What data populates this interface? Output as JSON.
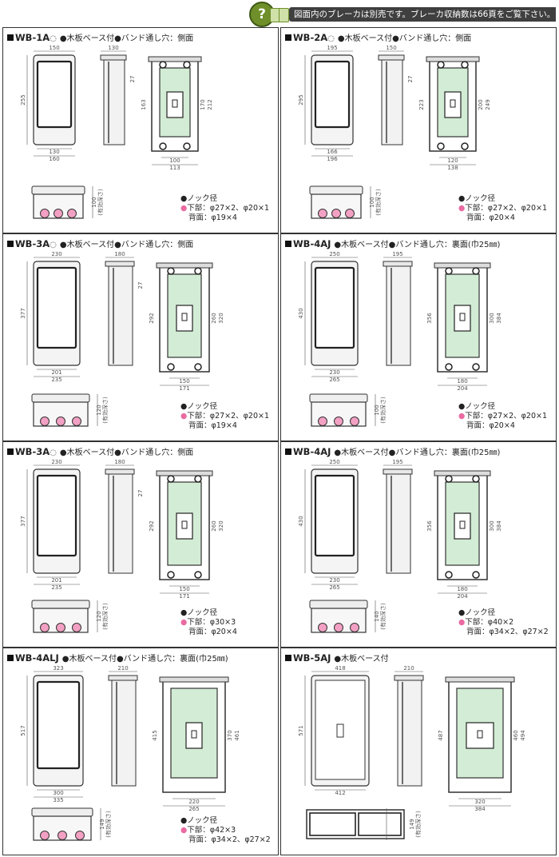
{
  "header": {
    "help_icon_glyph": "?",
    "banner_text": "図面内のブレーカは別売です。ブレーカ収納数は66頁をご覧下さい。"
  },
  "panels": [
    {
      "model": "WB-1A",
      "badge": "◌",
      "features": "●木板ベース付●バンド通し穴：側面",
      "dims": {
        "front_w": "150",
        "side_w": "130",
        "height": "255",
        "inner_w1": "130",
        "inner_w2": "160",
        "base_h1": "163",
        "base_h2": "170",
        "base_h3": "212",
        "base_w1": "100",
        "base_w2": "113",
        "knock_h": "27",
        "depth_h": "100"
      },
      "effective_depth": "(有効深さ)",
      "knock_title": "●ノック径",
      "knock_lines": [
        "下部：φ27×2、φ20×1",
        "背面：φ19×4"
      ]
    },
    {
      "model": "WB-2A",
      "badge": "◌",
      "features": "●木板ベース付●バンド通し穴：側面",
      "dims": {
        "front_w": "195",
        "side_w": "150",
        "height": "295",
        "inner_w1": "166",
        "inner_w2": "196",
        "base_h1": "223",
        "base_h2": "200",
        "base_h3": "249",
        "base_w1": "120",
        "base_w2": "138",
        "knock_h": "27",
        "depth_h": "100"
      },
      "effective_depth": "(有効深さ)",
      "knock_title": "●ノック径",
      "knock_lines": [
        "下部：φ27×2、φ20×1",
        "背面：φ20×4"
      ]
    },
    {
      "model": "WB-3A",
      "badge": "◌",
      "features": "●木板ベース付●バンド通し穴：側面",
      "dims": {
        "front_w": "230",
        "side_w": "180",
        "height": "377",
        "inner_w1": "201",
        "inner_w2": "235",
        "base_h1": "292",
        "base_h2": "260",
        "base_h3": "320",
        "base_w1": "150",
        "base_w2": "171",
        "knock_h": "27",
        "depth_h": "120"
      },
      "effective_depth": "(有効深さ)",
      "knock_title": "●ノック径",
      "knock_lines": [
        "下部：φ27×2、φ20×1",
        "背面：φ19×4"
      ]
    },
    {
      "model": "WB-4AJ",
      "badge": "",
      "features": "●木板ベース付●バンド通し穴：裏面(巾25㎜)",
      "dims": {
        "front_w": "250",
        "side_w": "195",
        "height": "430",
        "inner_w1": "230",
        "inner_w2": "265",
        "base_h1": "356",
        "base_h2": "300",
        "base_h3": "384",
        "base_w1": "180",
        "base_w2": "204",
        "knock_h": "",
        "depth_h": "100"
      },
      "effective_depth": "(有効深さ)",
      "knock_title": "●ノック径",
      "knock_lines": [
        "下部：φ27×2、φ20×1",
        "背面：φ20×4"
      ]
    },
    {
      "model": "WB-3A",
      "badge": "◌",
      "features": "●木板ベース付●バンド通し穴：側面",
      "dims": {
        "front_w": "230",
        "side_w": "180",
        "height": "377",
        "inner_w1": "201",
        "inner_w2": "235",
        "base_h1": "292",
        "base_h2": "260",
        "base_h3": "320",
        "base_w1": "150",
        "base_w2": "171",
        "knock_h": "27",
        "depth_h": "120"
      },
      "effective_depth": "(有効深さ)",
      "knock_title": "●ノック径",
      "knock_lines": [
        "下部：φ30×3",
        "背面：φ20×4"
      ]
    },
    {
      "model": "WB-4AJ",
      "badge": "",
      "features": "●木板ベース付●バンド通し穴：裏面(巾25㎜)",
      "dims": {
        "front_w": "250",
        "side_w": "195",
        "height": "430",
        "inner_w1": "230",
        "inner_w2": "265",
        "base_h1": "356",
        "base_h2": "300",
        "base_h3": "384",
        "base_w1": "180",
        "base_w2": "204",
        "knock_h": "",
        "depth_h": "140"
      },
      "effective_depth": "(有効深さ)",
      "knock_title": "●ノック径",
      "knock_lines": [
        "下部：φ40×2",
        "背面：φ34×2、φ27×2"
      ]
    },
    {
      "model": "WB-4ALJ",
      "badge": "",
      "features": "●木板ベース付●バンド通し穴：裏面(巾25㎜)",
      "dims": {
        "front_w": "323",
        "side_w": "210",
        "height": "517",
        "inner_w1": "300",
        "inner_w2": "335",
        "base_h1": "415",
        "base_h2": "370",
        "base_h3": "461",
        "base_w1": "220",
        "base_w2": "265",
        "knock_h": "",
        "depth_h": "149"
      },
      "effective_depth": "(有効深さ)",
      "knock_title": "●ノック径",
      "knock_lines": [
        "下部：φ42×3",
        "背面：φ34×2、φ27×2"
      ]
    },
    {
      "model": "WB-5AJ",
      "badge": "",
      "features": "●木板ベース付",
      "dims": {
        "front_w": "418",
        "side_w": "210",
        "height": "571",
        "inner_w1": "412",
        "inner_w2": "",
        "base_h1": "487",
        "base_h2": "460",
        "base_h3": "494",
        "base_w1": "320",
        "base_w2": "384",
        "knock_h": "",
        "depth_h": "149"
      },
      "effective_depth": "(有効深さ)",
      "knock_title": "",
      "knock_lines": []
    }
  ]
}
